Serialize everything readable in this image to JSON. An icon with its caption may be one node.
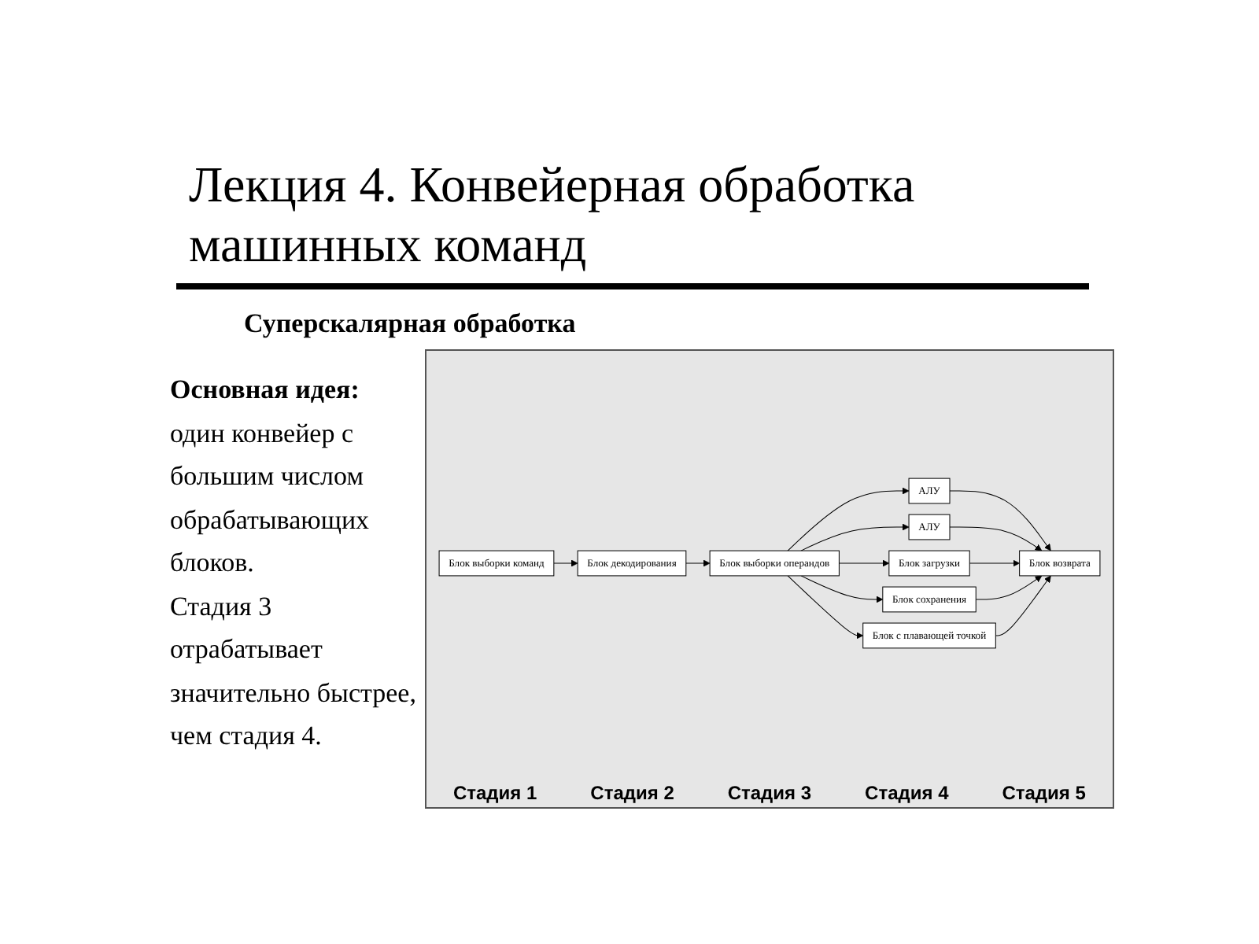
{
  "diagram": {
    "title": "Лекция 4. Конвейерная обработка машинных команд",
    "nodes": [
      {
        "text": [
          "Блок выборки команд"
        ]
      },
      {
        "text": [
          "Блок декодирования"
        ]
      },
      {
        "text": [
          "Блок выборки операндов"
        ]
      },
      {
        "text": [
          "АЛУ"
        ]
      },
      {
        "text": [
          "АЛУ"
        ]
      },
      {
        "text": [
          "Блок загрузки"
        ]
      },
      {
        "text": [
          "Блок сохранения"
        ]
      },
      {
        "text": [
          "Блок с плавающей точкой"
        ]
      },
      {
        "text": [
          "Блок возврата"
        ]
      }
    ],
    "edges": [
      {
        "from": 0,
        "to": 1,
        "arrow": "to"
      },
      {
        "from": 1,
        "to": 2,
        "arrow": "to"
      },
      {
        "from": 2,
        "to": 3,
        "arrow": "to"
      },
      {
        "from": 2,
        "to": 4,
        "arrow": "to"
      },
      {
        "from": 2,
        "to": 5,
        "arrow": "to"
      },
      {
        "from": 2,
        "to": 6,
        "arrow": "to"
      },
      {
        "from": 2,
        "to": 7,
        "arrow": "to"
      },
      {
        "from": 3,
        "to": 8,
        "arrow": "to"
      },
      {
        "from": 4,
        "to": 8,
        "arrow": "to"
      },
      {
        "from": 5,
        "to": 8,
        "arrow": "to"
      },
      {
        "from": 6,
        "to": 8,
        "arrow": "to"
      },
      {
        "from": 7,
        "to": 8,
        "arrow": "to"
      }
    ],
    "labels": [
      "Суперскалярная обработка",
      "Основная идея:",
      "один конвейер с большим числом обрабатывающих блоков.",
      "Стадия 3 отрабатывает значительно быстрее, чем стадия 4.",
      "Стадия 1",
      "Стадия 2",
      "Стадия 3",
      "Стадия 4",
      "Стадия 5"
    ]
  }
}
